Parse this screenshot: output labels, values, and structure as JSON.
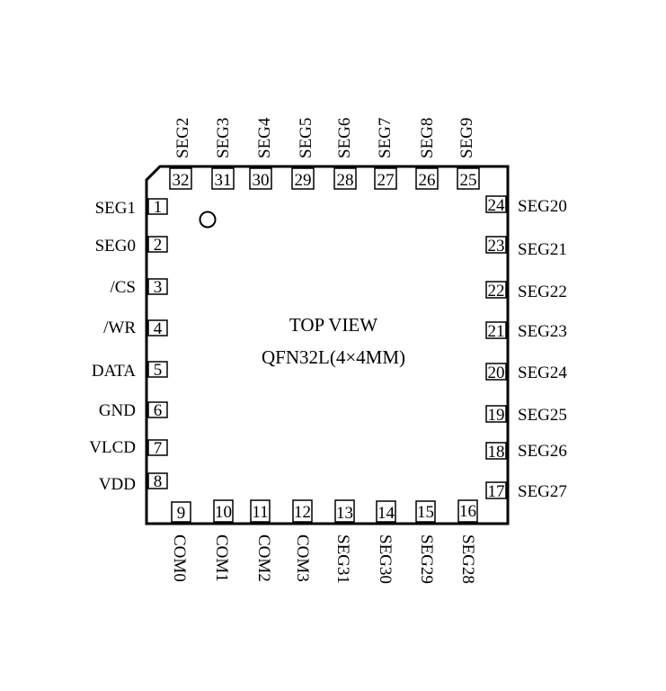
{
  "center_text": {
    "line1": "TOP VIEW",
    "line2": "QFN32L(4×4MM)"
  },
  "pins": {
    "left": [
      {
        "num": "1",
        "name": "SEG1"
      },
      {
        "num": "2",
        "name": "SEG0"
      },
      {
        "num": "3",
        "name": "/CS"
      },
      {
        "num": "4",
        "name": "/WR"
      },
      {
        "num": "5",
        "name": "DATA"
      },
      {
        "num": "6",
        "name": "GND"
      },
      {
        "num": "7",
        "name": "VLCD"
      },
      {
        "num": "8",
        "name": "VDD"
      }
    ],
    "bottom": [
      {
        "num": "9",
        "name": "COM0"
      },
      {
        "num": "10",
        "name": "COM1"
      },
      {
        "num": "11",
        "name": "COM2"
      },
      {
        "num": "12",
        "name": "COM3"
      },
      {
        "num": "13",
        "name": "SEG31"
      },
      {
        "num": "14",
        "name": "SEG30"
      },
      {
        "num": "15",
        "name": "SEG29"
      },
      {
        "num": "16",
        "name": "SEG28"
      }
    ],
    "right": [
      {
        "num": "17",
        "name": "SEG27"
      },
      {
        "num": "18",
        "name": "SEG26"
      },
      {
        "num": "19",
        "name": "SEG25"
      },
      {
        "num": "20",
        "name": "SEG24"
      },
      {
        "num": "21",
        "name": "SEG23"
      },
      {
        "num": "22",
        "name": "SEG22"
      },
      {
        "num": "23",
        "name": "SEG21"
      },
      {
        "num": "24",
        "name": "SEG20"
      }
    ],
    "top": [
      {
        "num": "25",
        "name": "SEG9"
      },
      {
        "num": "26",
        "name": "SEG8"
      },
      {
        "num": "27",
        "name": "SEG7"
      },
      {
        "num": "28",
        "name": "SEG6"
      },
      {
        "num": "29",
        "name": "SEG5"
      },
      {
        "num": "30",
        "name": "SEG4"
      },
      {
        "num": "31",
        "name": "SEG3"
      },
      {
        "num": "32",
        "name": "SEG2"
      }
    ]
  }
}
